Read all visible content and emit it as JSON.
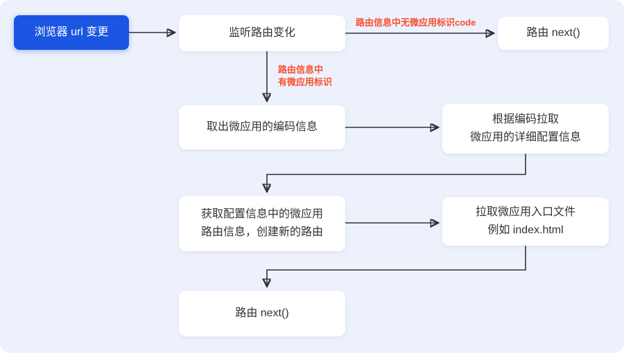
{
  "diagram": {
    "title": "micro-frontend route handling flowchart",
    "colors": {
      "canvas_bg": "#edf1fc",
      "node_bg": "#ffffff",
      "accent_blue": "#1b55e2",
      "label_red": "#f8502f",
      "arrow": "#333333",
      "node_text": "#333333"
    },
    "nodes": {
      "browser_url": {
        "label": "浏览器 url 变更"
      },
      "listen_route": {
        "label": "监听路由变化"
      },
      "route_next_top": {
        "label": "路由 next()"
      },
      "extract_code": {
        "label": "取出微应用的编码信息"
      },
      "fetch_config": {
        "lines": [
          "根据编码拉取",
          "微应用的详细配置信息"
        ]
      },
      "create_route": {
        "lines": [
          "获取配置信息中的微应用",
          "路由信息，创建新的路由"
        ]
      },
      "fetch_entry": {
        "lines": [
          "拉取微应用入口文件",
          "例如 index.html"
        ]
      },
      "route_next_bottom": {
        "label": "路由 next()"
      }
    },
    "edge_labels": {
      "no_app_code": "路由信息中无微应用标识code",
      "has_app_code_line1": "路由信息中",
      "has_app_code_line2": "有微应用标识"
    }
  }
}
